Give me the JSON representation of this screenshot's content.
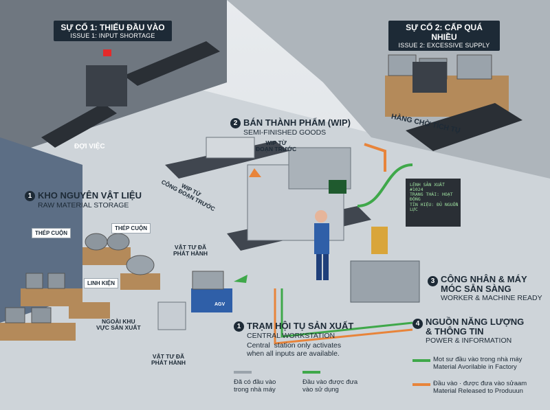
{
  "issue1": {
    "title": "SỰ CỐ 1: THIẾU ĐẦU VÀO",
    "subtitle": "ISSUE 1: INPUT SHORTAGE",
    "caption": "ĐỢI VIỆC"
  },
  "issue2": {
    "title": "SỰ CỐ 2: CẤP QUÁ NHIỀU",
    "subtitle": "ISSUE 2: EXCESSIVE SUPPLY",
    "caption": "HÀNG CHỜ TÍCH TỤ"
  },
  "wip": {
    "number": "2",
    "title": "BÁN THÀNH PHẨM (WIP)",
    "subtitle": "SEMI-FINISHED GOODS",
    "prev_step": "WIP TỪ\nĐOẠN TRƯỚC",
    "prev_stage": "WIP TỪ\nCÔNG ĐOẠN TRƯỚC"
  },
  "raw": {
    "number": "1",
    "title": "KHO NGUYÊN VẬT LIỆU",
    "subtitle": "RAW MATERIAL STORAGE",
    "coil_a": "THÉP CUỘN",
    "coil_b": "THÉP CUỘN",
    "parts": "LINH KIỆN",
    "outside": "NGOÀI KHU\nVỰC SẢN XUẤT"
  },
  "released": {
    "top": "VẬT TƯ ĐÃ\nPHÁT HÀNH",
    "bottom": "VẬT TƯ ĐÃ\nPHÁT HÀNH",
    "agv": "AGV"
  },
  "station": {
    "number": "1",
    "title": "TRẠM HỘI TỤ SẢN XUẤT",
    "subtitle": "CENTRAL WORKSTATION",
    "note": "Central  station only activates\nwhen all inputs are available."
  },
  "ready": {
    "number": "3",
    "title": "CÔNG NHÂN & MÁY\nMÓC SẴN SÀNG",
    "subtitle": "WORKER & MACHINE READY"
  },
  "power": {
    "number": "4",
    "title": "NGUỒN NĂNG LƯỢNG\n& THÔNG TIN",
    "subtitle": "POWER & INFORMATION"
  },
  "screen": {
    "line1": "LỆNH SẢN XUẤT",
    "line2": "#1024",
    "line3": "TRẠNG THÁI: HOẠT ĐỘNG",
    "line4": "TÍN HIỆU: ĐỦ NGUỒN LỰC"
  },
  "legend": {
    "in_factory": "Đã có đầu vào\ntrong nhà máy",
    "in_use": "Đầu vào được đưa\nvào sử dụng",
    "green": "Mot sư đầu vào trong nhà máy\nMaterial Avorilable in Factory",
    "orange": "Đầu vào · được đưa vào sửaam\nMaterial Released to Produuun"
  },
  "colors": {
    "green": "#3fa84a",
    "orange": "#e8843a",
    "dark": "#1d2a36",
    "blue": "#2f5fa8"
  }
}
